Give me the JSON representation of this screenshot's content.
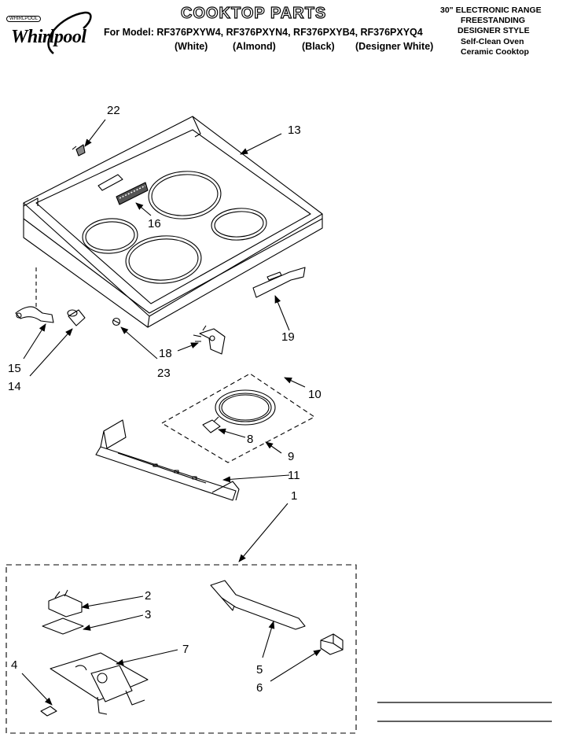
{
  "header": {
    "brand": "Whirlpool",
    "brand_tag": "WHIRLPOOL",
    "title": "COOKTOP PARTS",
    "model_prefix": "For Model:",
    "models": "RF376PXYW4, RF376PXYN4, RF376PXYB4, RF376PXYQ4",
    "colors": [
      "(White)",
      "(Almond)",
      "(Black)",
      "(Designer White)"
    ],
    "right_info": [
      "30\" ELECTRONIC RANGE",
      "FREESTANDING",
      "DESIGNER STYLE",
      "Self-Clean Oven",
      "Ceramic Cooktop"
    ]
  },
  "callouts": {
    "c1": "1",
    "c2": "2",
    "c3": "3",
    "c4": "4",
    "c5": "5",
    "c6": "6",
    "c7": "7",
    "c8": "8",
    "c9": "9",
    "c10": "10",
    "c11": "11",
    "c13": "13",
    "c14": "14",
    "c15": "15",
    "c16": "16",
    "c18": "18",
    "c19": "19",
    "c22": "22",
    "c23": "23"
  }
}
